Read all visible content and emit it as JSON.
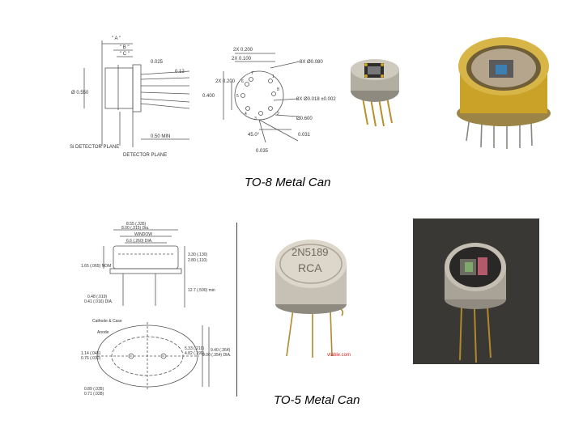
{
  "colors": {
    "line": "#555555",
    "gold": "#c9a227",
    "metal": "#b7b2a5",
    "dark": "#2b2a27"
  },
  "captions": {
    "to8": "TO-8 Metal Can",
    "to5": "TO-5 Metal Can"
  },
  "to8_side": {
    "dim_a": "\" A \"",
    "dim_b": "\" B \"",
    "dim_c": "\" C \"",
    "d025": "0.025",
    "d012": "0.12",
    "d0550": "Ø 0.550",
    "d050min": "0.50 MIN",
    "si_plane": "Si DETECTOR PLANE",
    "det_plane": "DETECTOR PLANE"
  },
  "to8_top": {
    "d2x0200a": "2X 0.200",
    "d2x0100": "2X 0.100",
    "d8x0080": "8X Ø0.080",
    "d2x0200b": "2X 0.200",
    "d0400": "0.400",
    "d8x0018": "8X Ø0.018 ±0.002",
    "d0600": "Ø0.600",
    "d45": "45.0°",
    "d0031": "0.031",
    "d0035": "0.035",
    "pin1": "1",
    "pin2": "2",
    "pin3": "3",
    "pin4": "4",
    "pin5": "5",
    "pin6": "6",
    "pin7": "7",
    "pin8": "8"
  },
  "to5_draw": {
    "d_top": "8.00 (.315) Dia.",
    "d_top2": "8.55 (.335)",
    "window": "WINDOW",
    "d_win": "6.6 (.260) DIA.",
    "nom": "1.65 (.065) NOM",
    "h1": "3.30 (.130)",
    "h2": "2.80 (.110)",
    "len": "12.7 (.500) min",
    "lead1": "0.48 (.019)",
    "lead2": "0.41 (.016) DIA.",
    "cathode": "Cathode & Case",
    "anode": "Anode",
    "s1": "1.14 (.045)",
    "s2": "0.76 (.030)",
    "bc1": "5.33 (.210)",
    "bc2": "4.82 (.190)",
    "od1": "9.40 (.364)",
    "od2": "9.00 (.354) DIA.",
    "t1": "0.89 (.035)",
    "t2": "0.71 (.028)"
  },
  "transistor": {
    "line1": "2N5189",
    "line2": "RCA",
    "watermark": "vtable.com"
  }
}
